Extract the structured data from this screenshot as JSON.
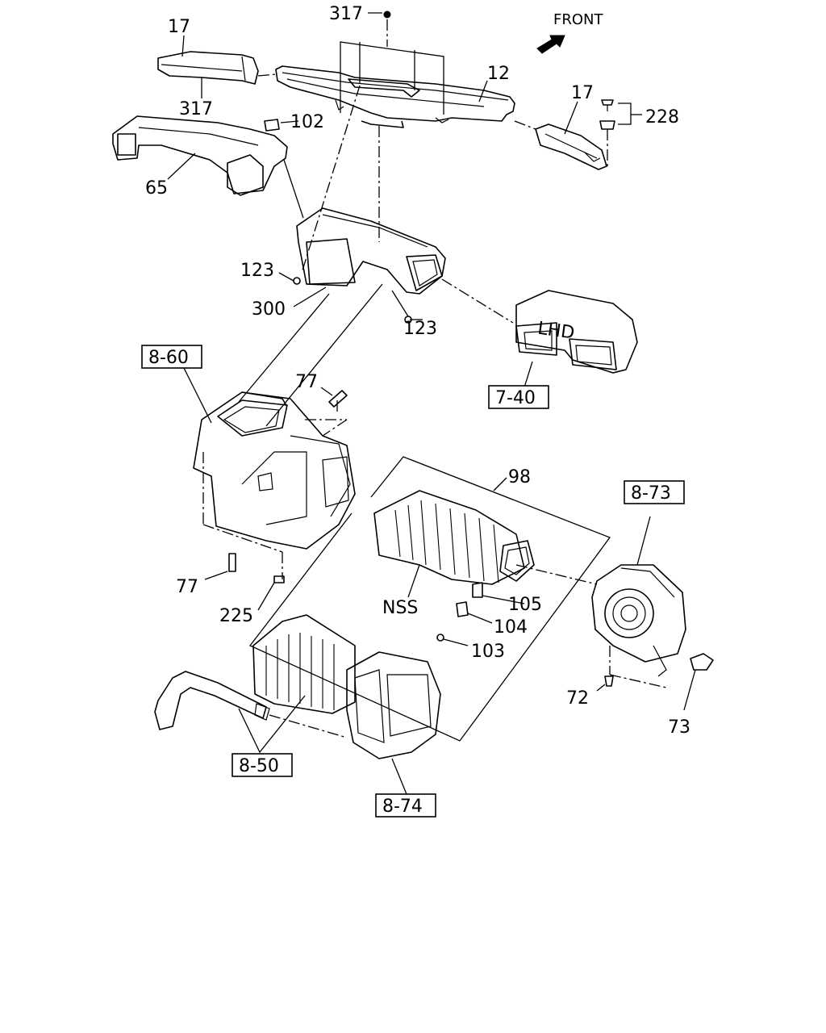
{
  "diagram": {
    "front_label": "FRONT",
    "duct_stamp": "LHD",
    "labels": {
      "p317_top": "317",
      "p17_left": "17",
      "p317_left": "317",
      "p12": "12",
      "p17_right": "17",
      "p228": "228",
      "p102": "102",
      "p65": "65",
      "p123_left": "123",
      "p300": "300",
      "p123_right": "123",
      "p77_top": "77",
      "p98": "98",
      "p77_bottom": "77",
      "p225": "225",
      "pNSS": "NSS",
      "p105": "105",
      "p104": "104",
      "p103": "103",
      "p72": "72",
      "p73": "73"
    },
    "boxed_labels": {
      "b860": "8-60",
      "b740": "7-40",
      "b873": "8-73",
      "b850": "8-50",
      "b874": "8-74"
    }
  }
}
